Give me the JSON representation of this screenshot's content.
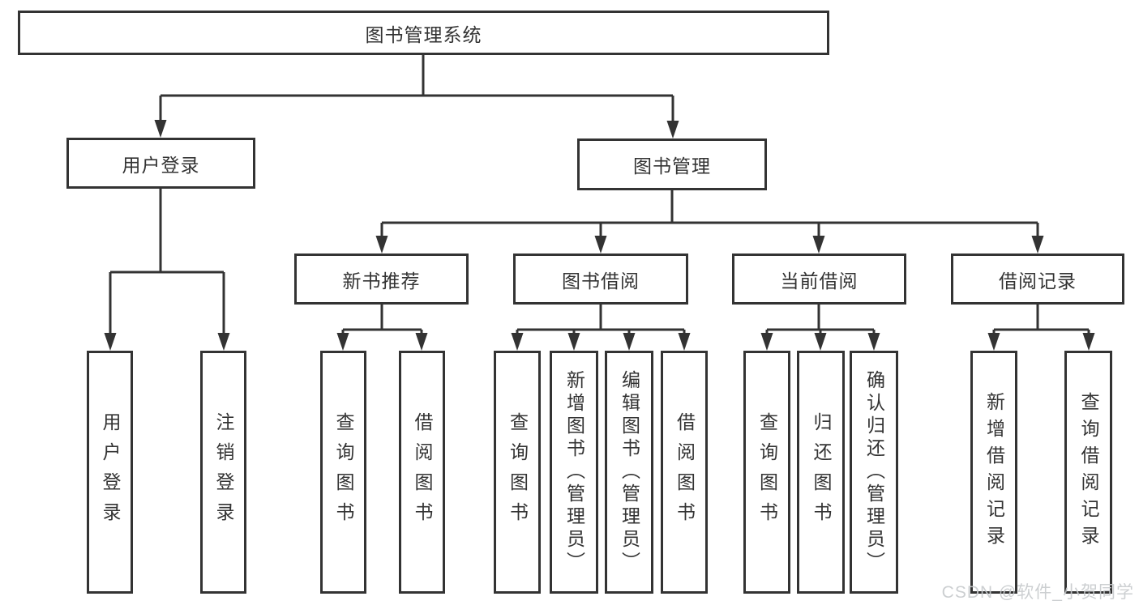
{
  "diagram": {
    "nodes": {
      "root": "图书管理系统",
      "user_login": "用户登录",
      "book_mgmt": "图书管理",
      "new_book_rec": "新书推荐",
      "book_borrow": "图书借阅",
      "current_borrow": "当前借阅",
      "borrow_records": "借阅记录",
      "ul_user_login": "用户登录",
      "ul_logout": "注销登录",
      "nb_query_book": "查询图书",
      "nb_borrow_book": "借阅图书",
      "bb_query_book": "查询图书",
      "bb_add_book": "新增图书（管理员）",
      "bb_edit_book": "编辑图书（管理员）",
      "bb_borrow_book": "借阅图书",
      "cb_query_book": "查询图书",
      "cb_return_book": "归还图书",
      "cb_confirm_return": "确认归还（管理员）",
      "br_add_record": "新增借阅记录",
      "br_query_record": "查询借阅记录"
    },
    "watermark": "CSDN @软件_小贺同学",
    "colors": {
      "line": "#333333",
      "box_border": "#333333",
      "box_fill": "#ffffff",
      "text": "#333333",
      "watermark": "#c7cacd",
      "background": "#ffffff"
    }
  }
}
